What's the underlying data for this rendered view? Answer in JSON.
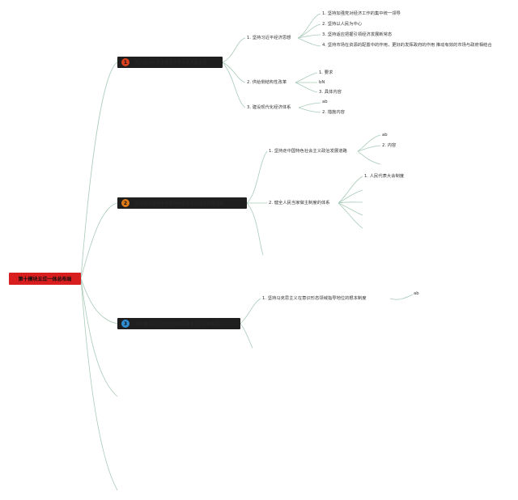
{
  "root": {
    "title": "第十模块五位一体总布局"
  },
  "colors": {
    "root": "#d81e1e",
    "branch_bg": "#1f1f1f",
    "badge1": "#d9401c",
    "badge2": "#e07a19",
    "badge3": "#2f8fd6",
    "edge": "#a9cbb8"
  },
  "branches": [
    {
      "number": "1",
      "title": "经济建设以新发展理念推动高质量发展",
      "children": [
        {
          "label": "1. 坚持习近平经济思想",
          "children": [
            "1. 坚持加强党对经济工作的集中统一领导",
            "2. 坚持以人民为中心",
            "3. 坚持适应把握引领经济发展新常态",
            "4. 坚持市场在资源的配置中的作用，更好的发挥政府的作用 推动有效的市场与政府相结合"
          ]
        },
        {
          "label": "2. 供给侧结构性改革",
          "children": [
            "1. 要求",
            "bN",
            "3. 具体内容"
          ]
        },
        {
          "label": "3. 建设现代化经济体系",
          "children": [
            "ab",
            "2. 措施内容"
          ]
        }
      ]
    },
    {
      "number": "2",
      "title": "政治建设坚持走中国特色社会主义政治发展道路",
      "children": [
        {
          "label": "1. 坚持走中国特色社会主义政治发展道路",
          "children": [
            "ab",
            "2. 内容"
          ]
        },
        {
          "label": "2. 健全人民当家做主制度的体系",
          "children": [
            "1. 人民代表大会制度"
          ]
        }
      ]
    },
    {
      "number": "3",
      "title": "文化建设坚定文化自信建设社会主义文化强国",
      "children": [
        {
          "label": "1. 坚持马克思主义在意识形态领域指导地位的根本制度",
          "children": [
            "ab"
          ]
        }
      ]
    }
  ]
}
